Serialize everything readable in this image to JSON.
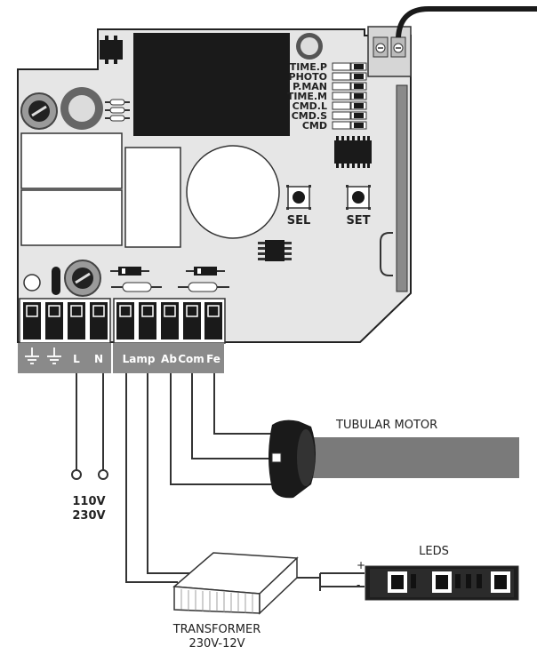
{
  "board": {
    "dip_labels": [
      "TIME.P",
      "PHOTO",
      "P.MAN",
      "TIME.M",
      "CMD.L",
      "CMD.S",
      "CMD"
    ],
    "buttons": {
      "sel": "SEL",
      "set": "SET"
    },
    "terminals": [
      "Lamp",
      "Ab",
      "Com",
      "Fe"
    ],
    "power_terminals": [
      "L",
      "N"
    ]
  },
  "supply": {
    "line1": "110V",
    "line2": "230V"
  },
  "motor": {
    "label": "TUBULAR MOTOR"
  },
  "leds": {
    "label": "LEDS",
    "plus": "+",
    "minus": "-"
  },
  "transformer": {
    "label": "TRANSFORMER",
    "rating": "230V-12V"
  },
  "colors": {
    "board": "#e6e6e6",
    "dark": "#1a1a1a",
    "wire": "#333333",
    "motor": "#7a7a7a",
    "terminal_strip": "#8a8a8a"
  }
}
